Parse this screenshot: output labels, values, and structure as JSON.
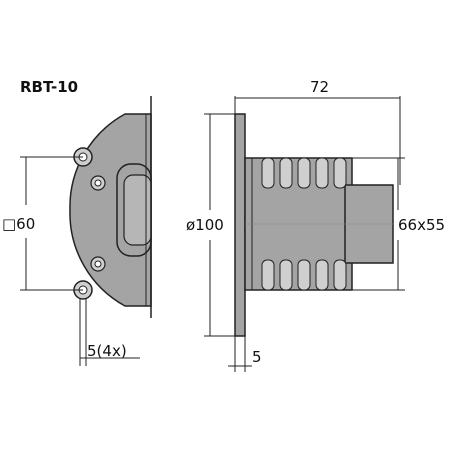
{
  "title": "RBT-10",
  "labels": {
    "square_size": "□60",
    "hole_size": "5(4x)",
    "depth": "72",
    "diameter": "ø100",
    "plate_thickness": "5",
    "rear_size": "66x55"
  },
  "colors": {
    "fill": "#a4a4a4",
    "light": "#cfcfcf",
    "line": "#222222"
  }
}
